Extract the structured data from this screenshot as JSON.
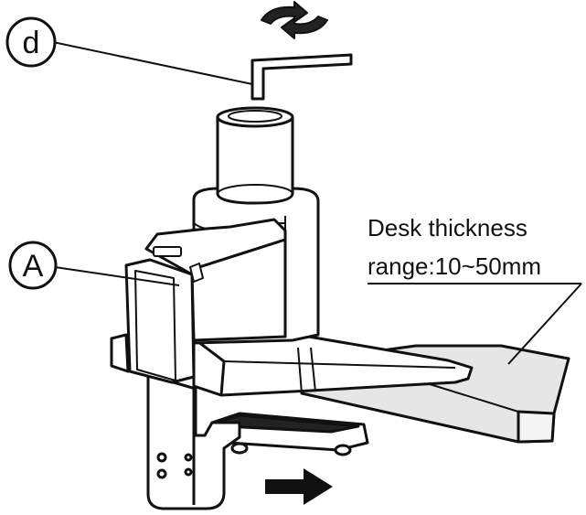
{
  "callouts": {
    "d": "d",
    "a": "A"
  },
  "note": {
    "line1": "Desk thickness",
    "line2": "range:10~50mm"
  },
  "colors": {
    "ink": "#111111",
    "paper": "#ffffff",
    "shade": "#e6e6e6",
    "dark": "#222222"
  },
  "icons": {
    "rotate": "rotate-arrows-icon",
    "push": "push-arrow-right-icon"
  }
}
